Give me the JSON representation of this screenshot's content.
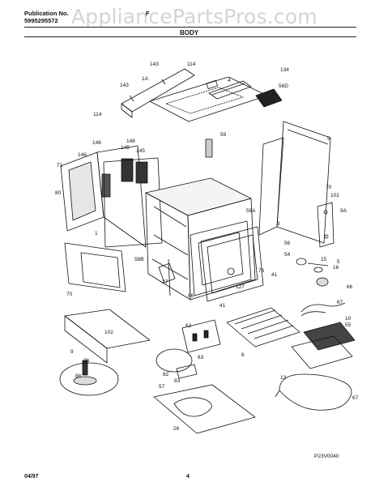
{
  "header": {
    "publication_label": "Publication No.",
    "publication_number": "5995295572",
    "model_prefix": "F",
    "section_title": "BODY"
  },
  "watermark": "AppliancePartsPros.com",
  "part_labels": [
    "143",
    "114",
    "1A",
    "4",
    "134",
    "143",
    "56D",
    "114",
    "59",
    "9",
    "146",
    "145",
    "146",
    "145",
    "148",
    "71",
    "80",
    "1",
    "70",
    "102",
    "9A",
    "58A",
    "3",
    "56",
    "54",
    "15",
    "16",
    "5",
    "58B",
    "27",
    "127",
    "76",
    "41",
    "70",
    "66",
    "67",
    "10",
    "55",
    "86",
    "41",
    "102",
    "62",
    "63",
    "9",
    "36",
    "82",
    "57",
    "6",
    "13",
    "88",
    "83",
    "26",
    "67"
  ],
  "footer": {
    "date": "04/97",
    "page": "4",
    "drawing_code": "P23V0040"
  }
}
